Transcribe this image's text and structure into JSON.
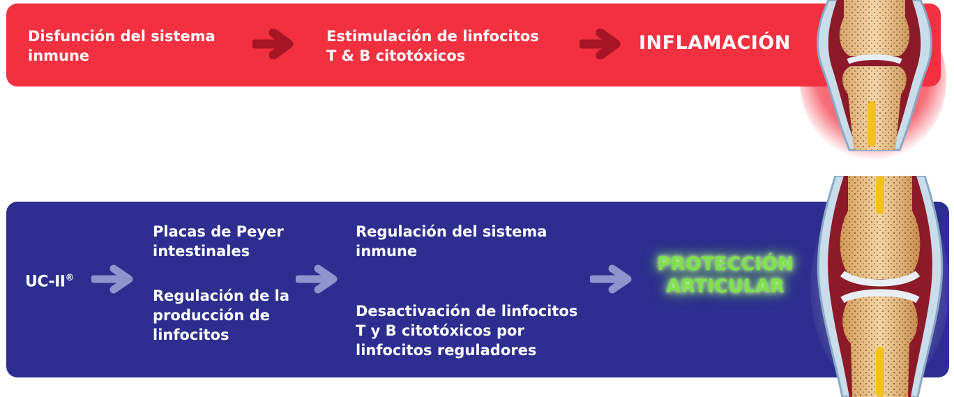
{
  "top_panel": {
    "step1": [
      "Disfunción del sistema",
      "inmune"
    ],
    "step2": [
      "Estimulación de linfocitos",
      "T & B citotóxicos"
    ],
    "result": "INFLAMACIÓN"
  },
  "bottom_panel": {
    "source": "UC-II",
    "source_mark": "®",
    "step1a": [
      "Placas de Peyer",
      "intestinales"
    ],
    "step1b": [
      "Regulación de la",
      "producción de",
      "linfocitos"
    ],
    "step2a": [
      "Regulación del sistema",
      "inmune"
    ],
    "step2b": [
      "Desactivación de linfocitos",
      "T y B citotóxicos por",
      "linfocitos reguladores"
    ],
    "result": [
      "PROTECCIÓN",
      "ARTICULAR"
    ]
  },
  "colors": {
    "red_panel": "#f23040",
    "blue_panel": "#2d2e8f",
    "red_arrow": "#a81524",
    "blue_arrow": "#8f94cf",
    "green_text": "#7ee34a"
  },
  "icons": [
    "inflamed-joint-illustration",
    "healthy-joint-illustration",
    "arrow-right-icon"
  ]
}
